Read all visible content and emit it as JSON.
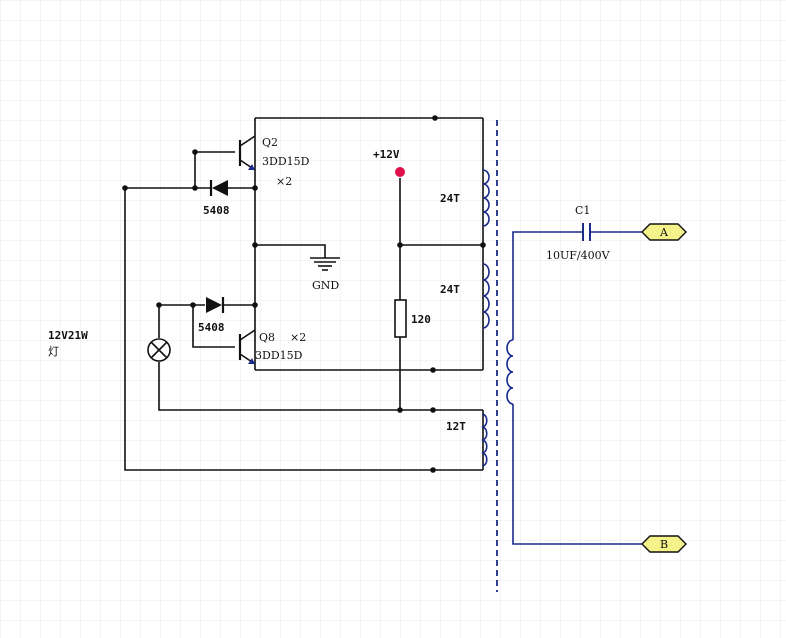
{
  "transistors": {
    "q2": {
      "ref": "Q2",
      "part": "3DD15D",
      "qty": "×2"
    },
    "q8": {
      "ref": "Q8",
      "part": "3DD15D",
      "qty": "×2"
    }
  },
  "diodes": {
    "d_top": "5408",
    "d_bottom": "5408"
  },
  "supply": {
    "label": "+12V",
    "color": "#e0104a"
  },
  "ground": {
    "label": "GND"
  },
  "resistor": {
    "value": "120"
  },
  "windings": {
    "w_top": "24T",
    "w_mid": "24T",
    "w_fb": "12T"
  },
  "capacitor": {
    "ref": "C1",
    "value": "10UF/400V"
  },
  "terminals": {
    "a": "A",
    "b": "B",
    "fill": "#f5f28a"
  },
  "lamp": {
    "line1": "12V21W",
    "line2": "灯"
  },
  "colors": {
    "wire": "#111111",
    "coil": "#1a2a8a",
    "grid": "#e4e8ee"
  }
}
